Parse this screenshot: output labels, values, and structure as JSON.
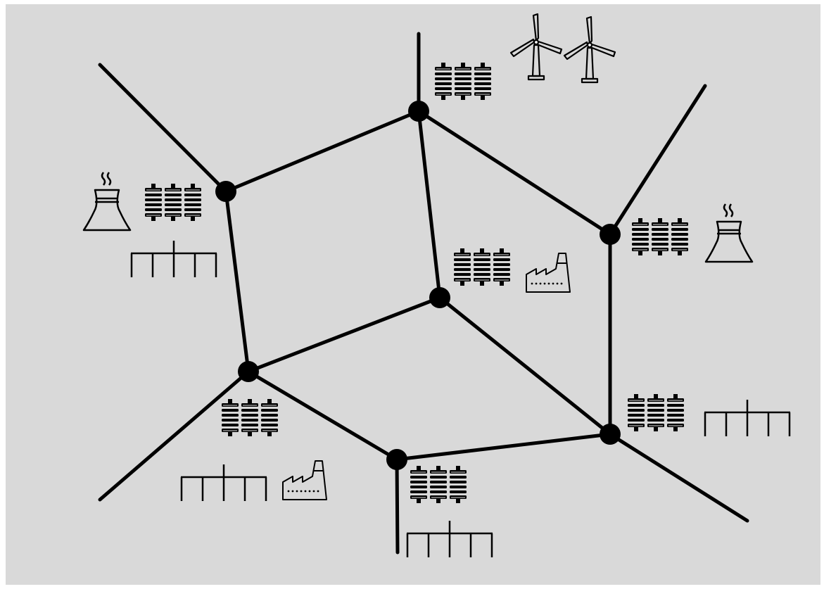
{
  "diagram": {
    "type": "power-grid-network",
    "colors": {
      "background": "#d9d9d9",
      "frame": "#ffffff",
      "line": "#000000",
      "icon": "#000000"
    },
    "nodes": [
      {
        "id": "n-top",
        "icons": [
          "insulator-stack-icon",
          "wind-turbine-icon",
          "wind-turbine-icon"
        ]
      },
      {
        "id": "n-left",
        "icons": [
          "power-plant-icon",
          "insulator-stack-icon",
          "transmission-tower-icon"
        ]
      },
      {
        "id": "n-right",
        "icons": [
          "insulator-stack-icon",
          "power-plant-icon"
        ]
      },
      {
        "id": "n-center",
        "icons": [
          "insulator-stack-icon",
          "factory-icon"
        ]
      },
      {
        "id": "n-lower-left",
        "icons": [
          "insulator-stack-icon",
          "transmission-tower-icon",
          "factory-icon"
        ]
      },
      {
        "id": "n-bottom",
        "icons": [
          "insulator-stack-icon",
          "transmission-tower-icon"
        ]
      },
      {
        "id": "n-lower-right",
        "icons": [
          "insulator-stack-icon",
          "transmission-tower-icon"
        ]
      }
    ],
    "edges": [
      [
        "n-top",
        "n-left"
      ],
      [
        "n-top",
        "n-center"
      ],
      [
        "n-top",
        "n-right"
      ],
      [
        "n-left",
        "n-lower-left"
      ],
      [
        "n-right",
        "n-lower-right"
      ],
      [
        "n-center",
        "n-lower-left"
      ],
      [
        "n-center",
        "n-lower-right"
      ],
      [
        "n-lower-left",
        "n-bottom"
      ],
      [
        "n-bottom",
        "n-lower-right"
      ]
    ]
  }
}
